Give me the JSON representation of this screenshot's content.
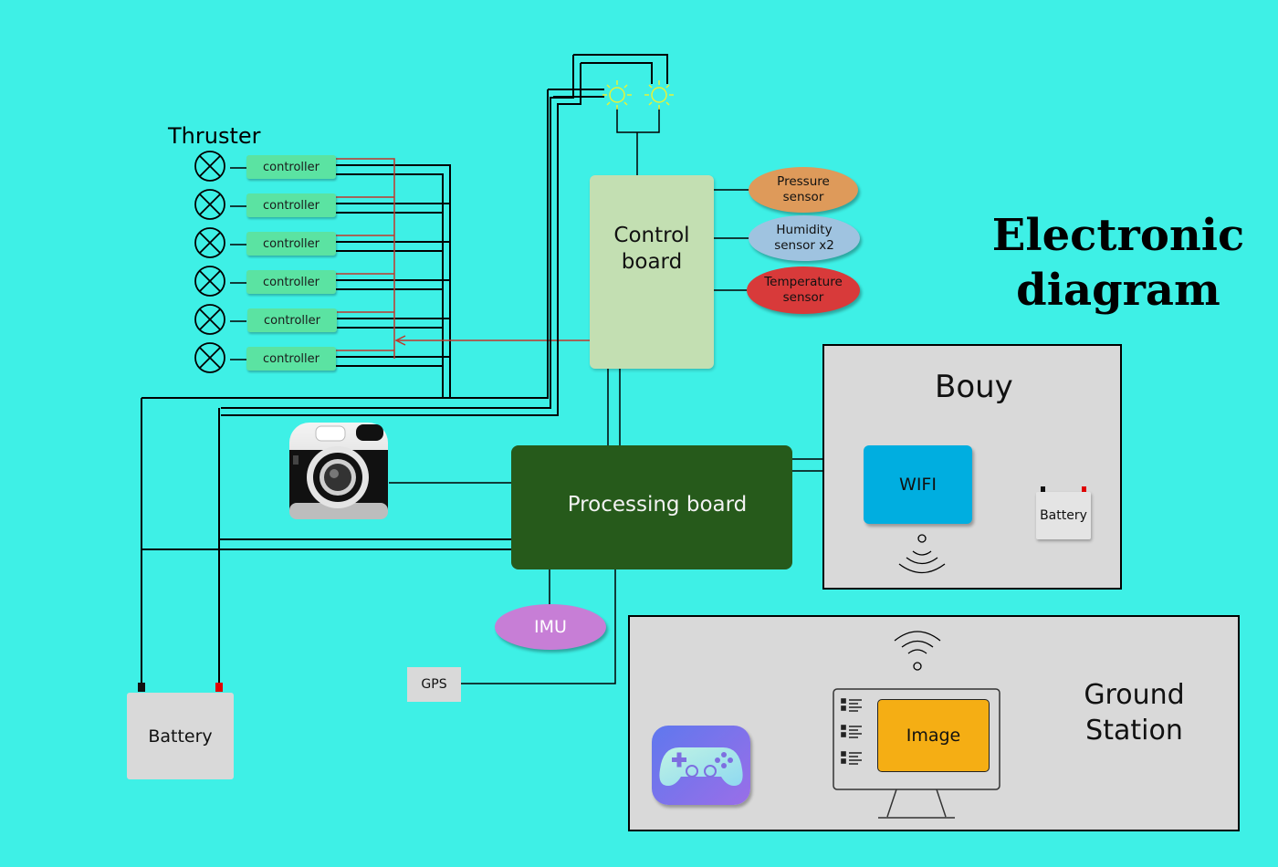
{
  "title": "Electronic\ndiagram",
  "thruster": {
    "heading": "Thruster",
    "controllers": [
      "controller",
      "controller",
      "controller",
      "controller",
      "controller",
      "controller"
    ]
  },
  "control_board": {
    "label": "Control\nboard"
  },
  "sensors": {
    "pressure": "Pressure\nsensor",
    "humidity": "Humidity\nsensor x2",
    "temperature": "Temperature\nsensor"
  },
  "processing_board": {
    "label": "Processing board"
  },
  "imu": {
    "label": "IMU"
  },
  "gps": {
    "label": "GPS"
  },
  "battery_main": {
    "label": "Battery"
  },
  "bouy": {
    "title": "Bouy",
    "wifi_label": "WIFI",
    "battery_label": "Battery"
  },
  "ground_station": {
    "title": "Ground\nStation",
    "image_label": "Image"
  },
  "colors": {
    "background": "#3ef0e6",
    "control_board": "#c3dfb2",
    "processing_board": "#265a1b",
    "controller": "#5be3a2",
    "pressure": "#de9a5a",
    "humidity": "#9fc3e0",
    "temperature": "#d83a3a",
    "imu": "#c77ed6",
    "wifi": "#00aee0",
    "image": "#f5ae14",
    "panel": "#d9d9d9",
    "power_line": "#c0392b"
  }
}
